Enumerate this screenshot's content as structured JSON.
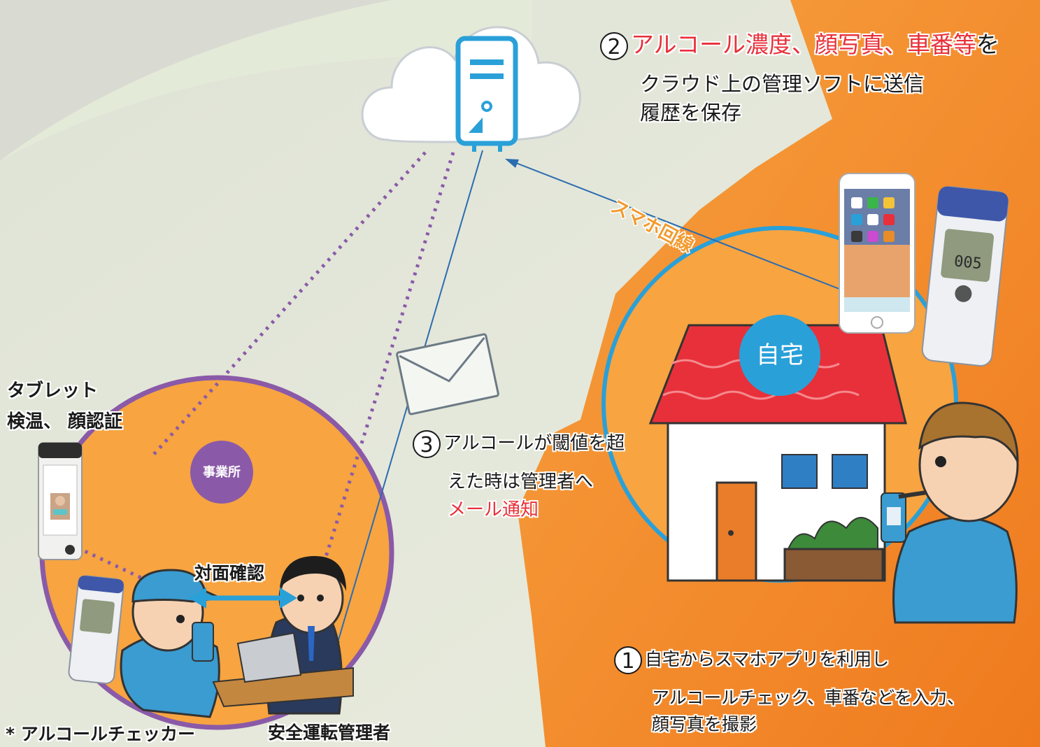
{
  "colors": {
    "orange_bg": "#f28a24",
    "orange_circle": "#f7a441",
    "office_ring": "#8a5aa8",
    "home_ring": "#2aa0d8",
    "accent_red": "#e8303a",
    "arrow_blue": "#2b6cb0",
    "server_blue": "#2aa0d8"
  },
  "step2": {
    "num": "2",
    "red_part1": "アルコール濃度、顔写真、",
    "red_part2": "車番等",
    "tail": "を",
    "line2": "クラウド上の管理ソフトに送信",
    "line3": "履歴を保存"
  },
  "smartphone_line": "スマホ回線",
  "home_label": "自宅",
  "office_label": "事業所",
  "tablet": {
    "line1": "タブレット",
    "line2": "検温、 顔認証"
  },
  "step3": {
    "num": "3",
    "line1": "アルコールが閾値を超",
    "line2": "えた時は管理者へ",
    "line3": "メール通知"
  },
  "face_to_face": "対面確認",
  "alcohol_checker": "* アルコールチェッカー",
  "safety_manager": "安全運転管理者",
  "step1": {
    "num": "1",
    "line1": "自宅からスマホアプリを利用し",
    "line2": "アルコールチェック、車番などを入力、",
    "line3": "顔写真を撮影"
  },
  "device_display": "005"
}
